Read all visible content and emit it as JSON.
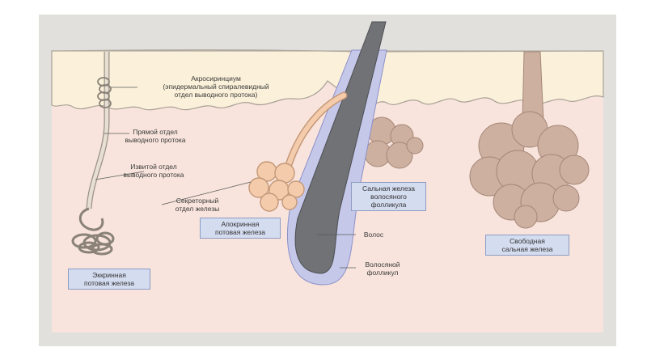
{
  "labels": {
    "acrosyringium": "Акросиринциум\n(эпидермальный спиралевидный\nотдел выводного протока)",
    "straight_duct": "Прямой отдел\nвыводного протока",
    "coiled_duct": "Извитой отдел\nвыводного протока",
    "secretory": "Секреторный\nотдел железы",
    "hair": "Волос",
    "follicle": "Волосяной\nфолликул"
  },
  "boxes": {
    "eccrine": "Эккринная\nпотовая железа",
    "apocrine": "Апокринная\nпотовая железа",
    "follicle_sebaceous": "Сальная железа\nволосяного\nфолликула",
    "free_sebaceous": "Свободная\nсальная железа"
  },
  "colors": {
    "epidermis": "#fbf1da",
    "dermis": "#f8e4dc",
    "sweat_duct": "#e8dfd3",
    "apocrine_gland": "#f4ccac",
    "sebaceous": "#cdb0a0",
    "hair": "#707275",
    "follicle": "#c6c8ea",
    "label_box": "#d4dcef"
  }
}
